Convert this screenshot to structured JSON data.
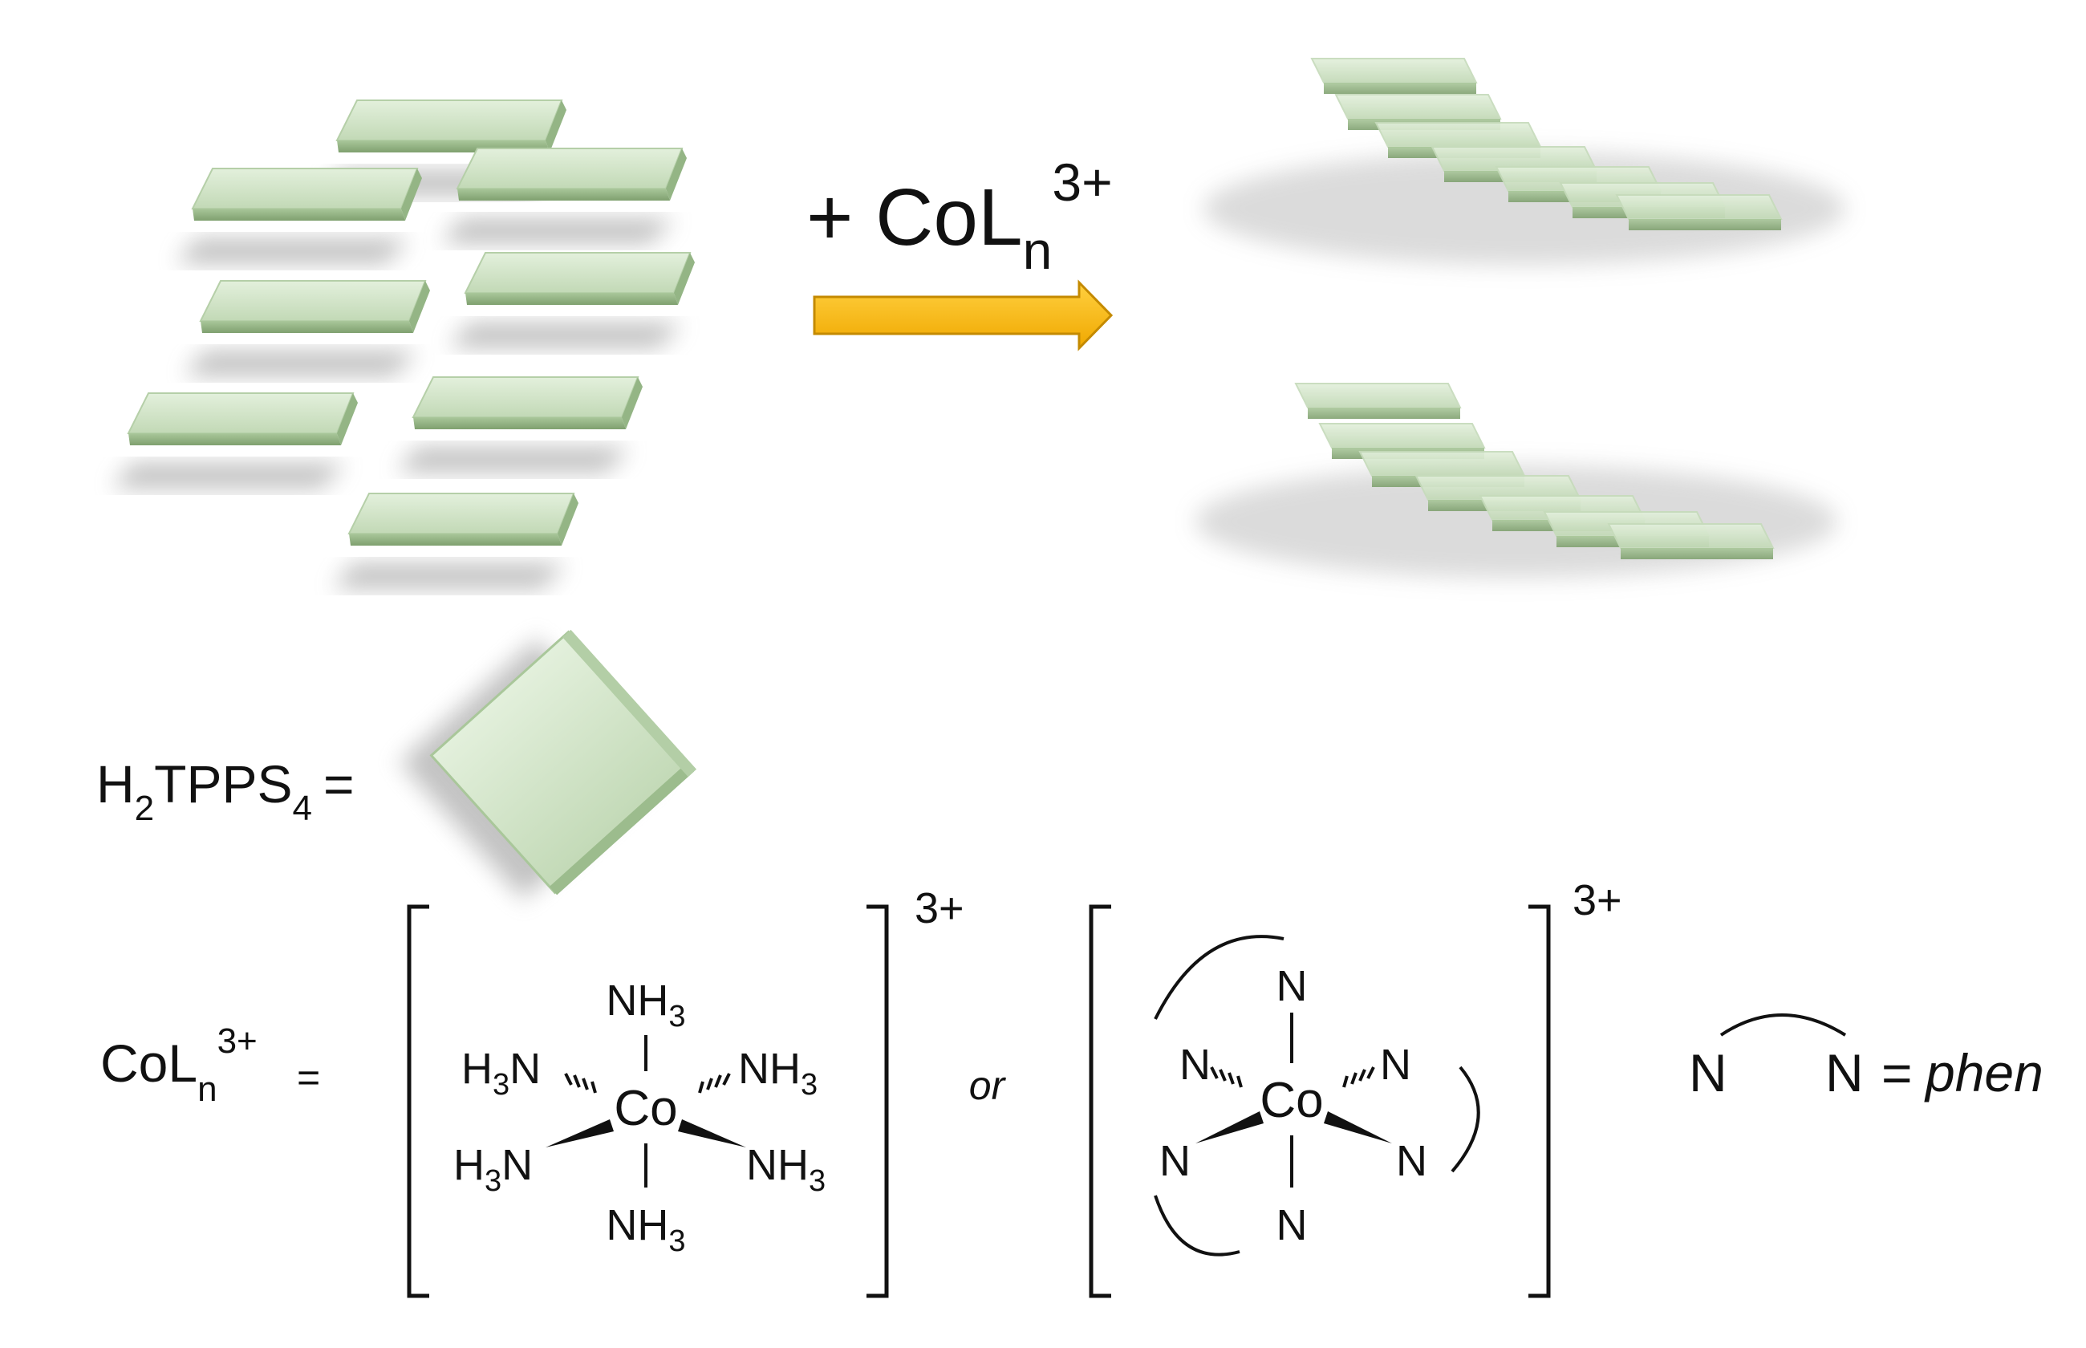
{
  "reagent": {
    "prefix": "+ CoL",
    "sub": "n",
    "sup": "3+"
  },
  "legend_porphyrin": {
    "label": "H",
    "sub1": "2",
    "mid": "TPPS",
    "sub2": "4",
    "eq": "="
  },
  "legend_cobalt": {
    "label": "CoL",
    "sub": "n",
    "sup": "3+",
    "eq": "="
  },
  "complex_ammine": {
    "metal": "Co",
    "ligands": [
      "NH3",
      "H3N",
      "NH3",
      "H3N",
      "NH3",
      "NH3"
    ],
    "charge": "3+"
  },
  "separator": "or",
  "complex_phen": {
    "metal": "Co",
    "donor": "N",
    "charge": "3+"
  },
  "phen_legend": {
    "n1": "N",
    "n2": "N",
    "eq": "=",
    "name": "phen"
  },
  "colors": {
    "tile_face": "#cfe3c5",
    "tile_edge": "#8fb07f",
    "tile_shadow": "#9a9a9a",
    "arrow_fill": "#f5b400",
    "arrow_stroke": "#c48a00"
  }
}
